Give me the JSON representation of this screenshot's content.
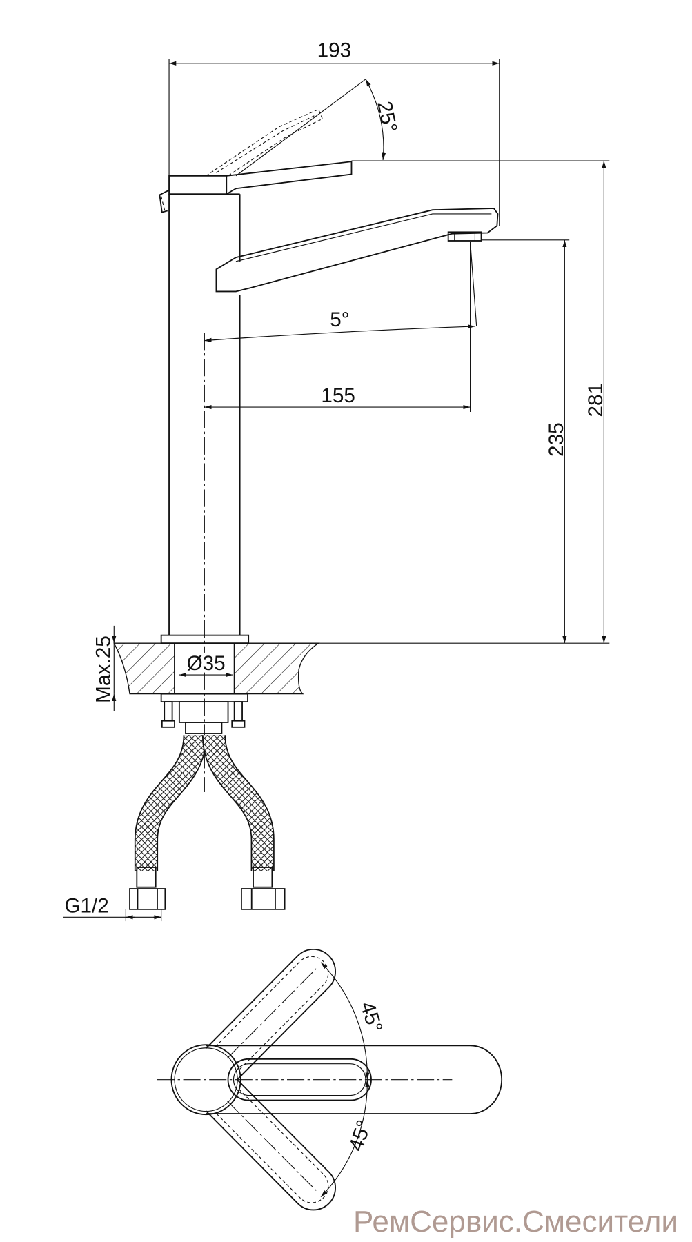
{
  "dimensions": {
    "overall_width": "193",
    "lever_angle": "25°",
    "spout_angle": "5°",
    "spout_reach": "155",
    "spout_height": "235",
    "overall_height": "281",
    "max_countertop": "Max.25",
    "hole_diameter": "Ø35",
    "connection_thread": "G1/2",
    "top_view_angle_upper": "45°",
    "top_view_angle_lower": "45°"
  },
  "watermark": {
    "text": "РемСервис.Смесители",
    "color": "#b09a92"
  }
}
